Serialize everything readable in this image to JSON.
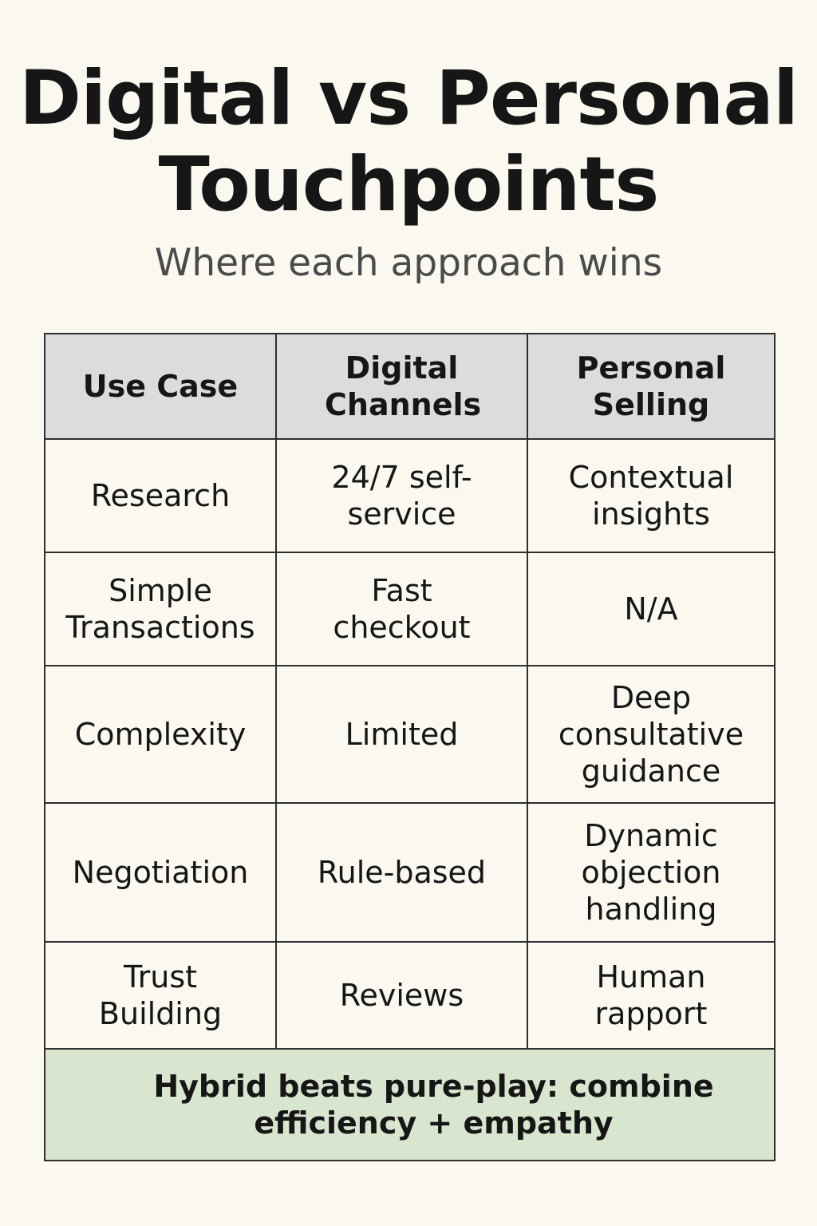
{
  "header": {
    "title_line1": "Digital vs Personal",
    "title_line2": "Touchpoints",
    "subtitle": "Where each approach wins"
  },
  "table": {
    "columns": [
      "Use Case",
      "Digital Channels",
      "Personal Selling"
    ],
    "rows": [
      [
        "Research",
        "24/7 self-service",
        "Contextual insights"
      ],
      [
        "Simple Transactions",
        "Fast checkout",
        "N/A"
      ],
      [
        "Complexity",
        "Limited",
        "Deep consultative guidance"
      ],
      [
        "Negotiation",
        "Rule-based",
        "Dynamic objection handling"
      ],
      [
        "Trust Building",
        "Reviews",
        "Human rapport"
      ]
    ],
    "footer": "Hybrid beats pure-play: combine efficiency + empathy"
  }
}
